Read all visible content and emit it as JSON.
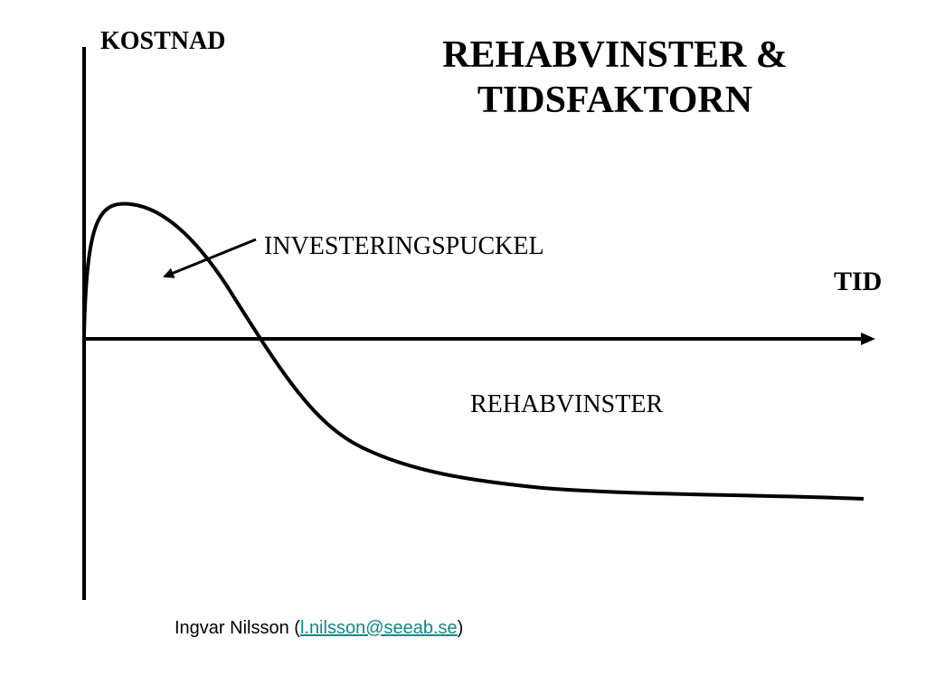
{
  "title_line1": "REHABVINSTER &",
  "title_line2": "TIDSFAKTORN",
  "y_axis_label": "KOSTNAD",
  "x_axis_label": "TID",
  "annotation_hump": "INVESTERINGSPUCKEL",
  "annotation_gain": "REHABVINSTER",
  "footer": {
    "author": "Ingvar Nilsson (",
    "email": "l.nilsson@seeab.se",
    "closing": ")"
  },
  "colors": {
    "line": "#000000",
    "link": "#0a8a8a"
  }
}
